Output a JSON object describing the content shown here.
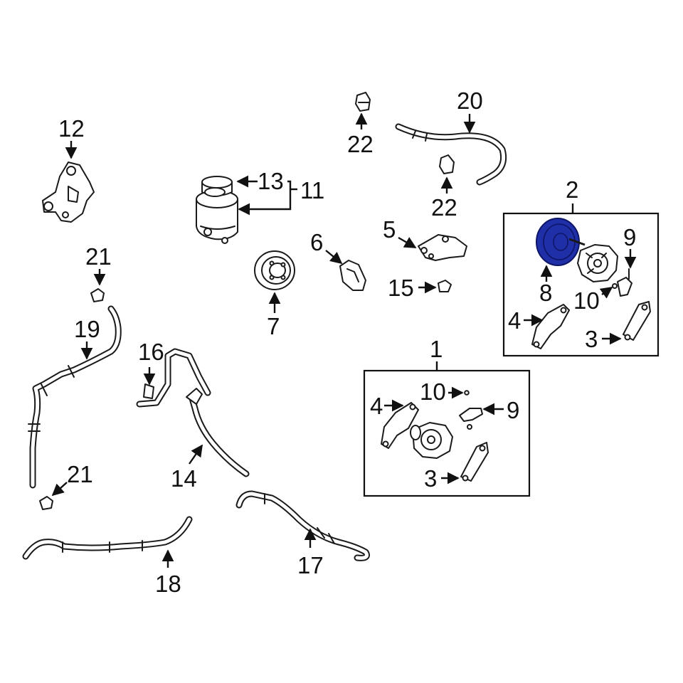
{
  "callouts": {
    "c1": "1",
    "c2": "2",
    "c3a": "3",
    "c3b": "3",
    "c4a": "4",
    "c4b": "4",
    "c5": "5",
    "c6": "6",
    "c7": "7",
    "c8": "8",
    "c9a": "9",
    "c9b": "9",
    "c10a": "10",
    "c10b": "10",
    "c11": "11",
    "c12": "12",
    "c13": "13",
    "c14": "14",
    "c15": "15",
    "c16": "16",
    "c17": "17",
    "c18": "18",
    "c19": "19",
    "c20": "20",
    "c21a": "21",
    "c21b": "21",
    "c22a": "22",
    "c22b": "22"
  },
  "colors": {
    "line": "#1a1a1a",
    "highlight": "#1f2fa8",
    "highlight_stroke": "#0d1566",
    "background": "#ffffff"
  }
}
